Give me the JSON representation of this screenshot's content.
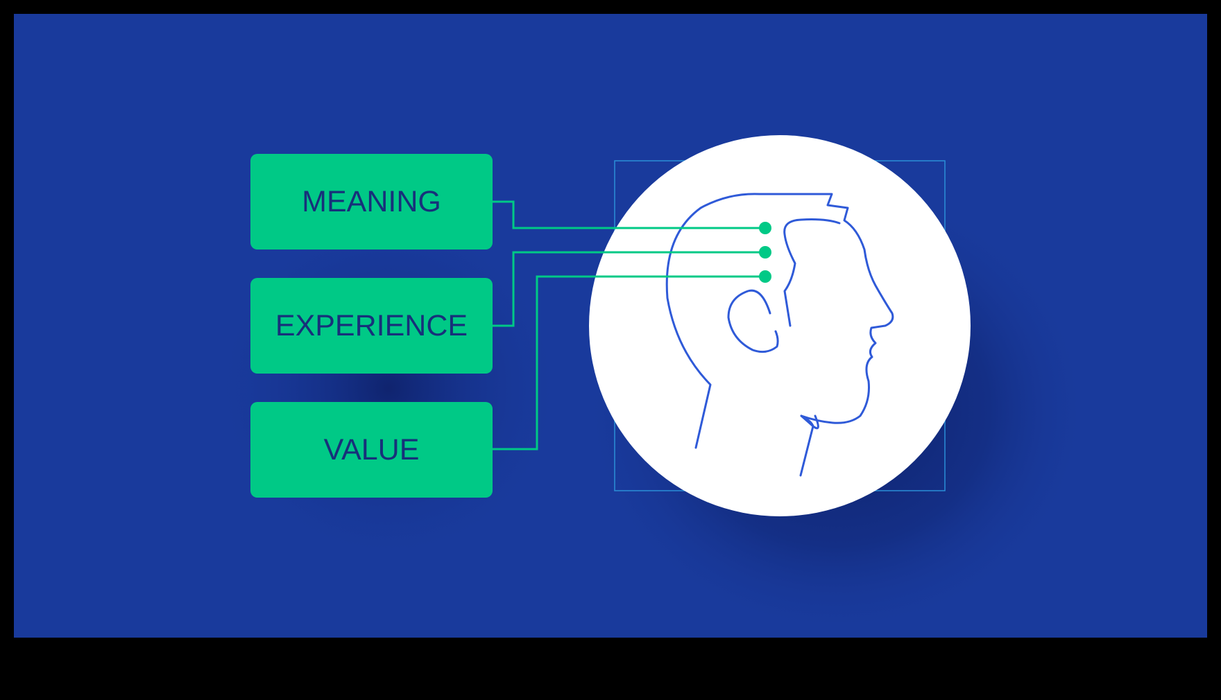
{
  "diagram": {
    "labels": [
      "MEANING",
      "EXPERIENCE",
      "VALUE"
    ],
    "icon": "head-profile-icon",
    "colors": {
      "background_outer": "#000000",
      "panel": "#193a9c",
      "box_fill": "#00c986",
      "box_text": "#17307a",
      "connector": "#00c986",
      "circle": "#ffffff",
      "head_outline": "#2f5ad8",
      "frame": "#2a8fd8",
      "shadow": "#0d1e63"
    }
  }
}
